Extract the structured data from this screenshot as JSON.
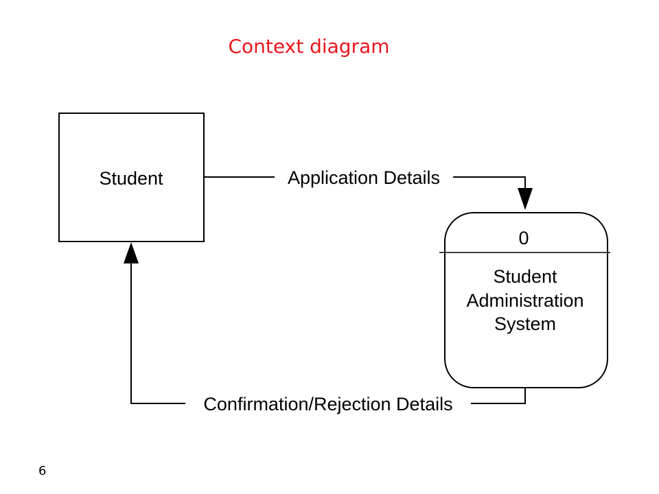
{
  "title": "Context diagram",
  "title_color": "#e8161c",
  "page_number": "6",
  "diagram": {
    "external_entity": {
      "label": "Student"
    },
    "process": {
      "id": "0",
      "name_lines": [
        "Student",
        "Administration",
        "System"
      ]
    },
    "flows": [
      {
        "label": "Application Details",
        "from": "Student",
        "to": "Student Administration System"
      },
      {
        "label": "Confirmation/Rejection Details",
        "from": "Student Administration System",
        "to": "Student"
      }
    ]
  }
}
